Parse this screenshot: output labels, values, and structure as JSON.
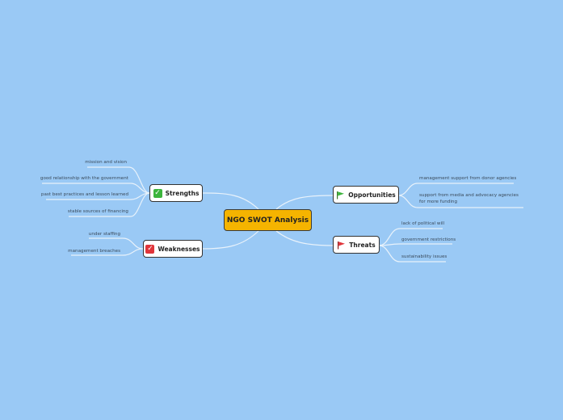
{
  "central": {
    "label": "NGO SWOT Analysis"
  },
  "strengths": {
    "label": "Strengths",
    "icon": "green-check-icon",
    "items": [
      "mission and vision",
      "good relationship with the government",
      "past best practices and lesson learned",
      "stable sources of financing"
    ]
  },
  "weaknesses": {
    "label": "Weaknesses",
    "icon": "red-check-icon",
    "items": [
      "under staffing",
      "management breaches"
    ]
  },
  "opportunities": {
    "label": "Opportunities",
    "icon": "green-flag-icon",
    "items": [
      "management support from donor agencies",
      "support from media and advocacy agencies for more funding"
    ]
  },
  "threats": {
    "label": "Threats",
    "icon": "red-flag-icon",
    "items": [
      "lack of political will",
      "government restrictions",
      "sustainability issues"
    ]
  },
  "colors": {
    "background": "#9ac9f5",
    "central": "#f5b400",
    "link": "#e8f2fb"
  }
}
